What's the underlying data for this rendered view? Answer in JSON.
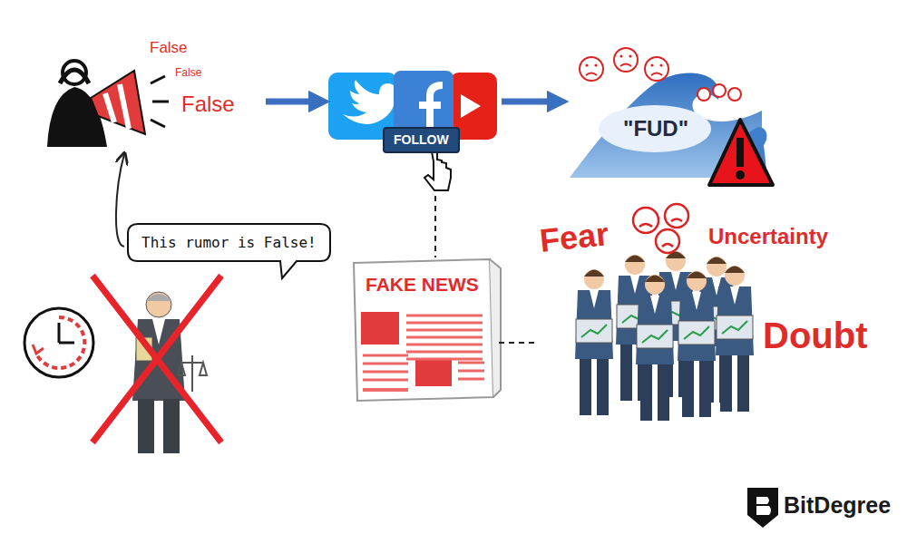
{
  "diagram": {
    "nodes": [
      {
        "text": [
          "False",
          "False",
          "False"
        ]
      },
      {
        "text": [
          "FOLLOW"
        ]
      },
      {
        "text": [
          "\"FUD\""
        ]
      },
      {
        "text": [
          "This rumor is False!"
        ]
      },
      {
        "text": [
          "FAKE NEWS"
        ]
      },
      {
        "text": [
          "Fear",
          "Uncertainty",
          "Doubt"
        ]
      }
    ],
    "edges": [
      {
        "from": 0,
        "to": 1,
        "arrow": "to"
      },
      {
        "from": 1,
        "to": 2,
        "arrow": "to"
      },
      {
        "from": 3,
        "to": 0,
        "arrow": "to"
      },
      {
        "from": 1,
        "to": 4,
        "arrow": "none"
      },
      {
        "from": 4,
        "to": 5,
        "arrow": "none"
      }
    ],
    "labels": [
      "BitDegree"
    ]
  }
}
